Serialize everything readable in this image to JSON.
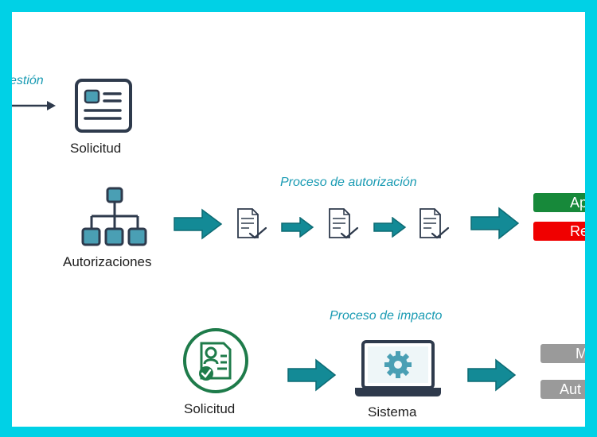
{
  "labels": {
    "gestion_partial": "estión",
    "proceso_autorizacion": "Proceso de autorización",
    "proceso_impacto": "Proceso de impacto"
  },
  "nodes": {
    "solicitud_top": "Solicitud",
    "autorizaciones": "Autorizaciones",
    "solicitud_bottom": "Solicitud",
    "sistema": "Sistema"
  },
  "outcomes": {
    "aprobada_partial": "Ap",
    "rechazada_partial": "Re",
    "gray1_partial": "M",
    "gray2_partial": "Aut"
  },
  "colors": {
    "frame": "#00d1e6",
    "arrow_teal": "#138a96",
    "icon_dark": "#2e3a4c",
    "icon_teal": "#4a9fb4",
    "green": "#17893a",
    "red": "#f00000",
    "gray": "#9a9a9a"
  },
  "icons": [
    "document-icon",
    "org-chart-icon",
    "document-check-icon",
    "user-document-check-icon",
    "laptop-gear-icon"
  ]
}
